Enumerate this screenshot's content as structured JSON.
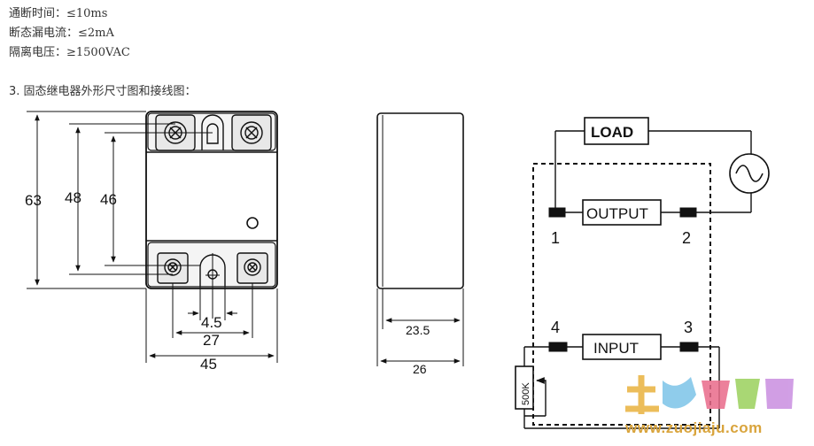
{
  "specs": {
    "line1": "通断时间：≤10ms",
    "line2": "断态漏电流：≤2mA",
    "line3": "隔离电压：≥1500VAC"
  },
  "heading": "3. 固态继电器外形尺寸图和接线图：",
  "front_view": {
    "dim_63": "63",
    "dim_48": "48",
    "dim_46": "46",
    "dim_4_5": "4.5",
    "dim_27": "27",
    "dim_45": "45"
  },
  "side_view": {
    "dim_23_5": "23.5",
    "dim_26": "26"
  },
  "wiring": {
    "load_label": "LOAD",
    "output_label": "OUTPUT",
    "input_label": "INPUT",
    "pot_label": "500K",
    "pin1": "1",
    "pin2": "2",
    "pin3": "3",
    "pin4": "4"
  },
  "watermark": {
    "url": "www.zuojiaju.com"
  }
}
